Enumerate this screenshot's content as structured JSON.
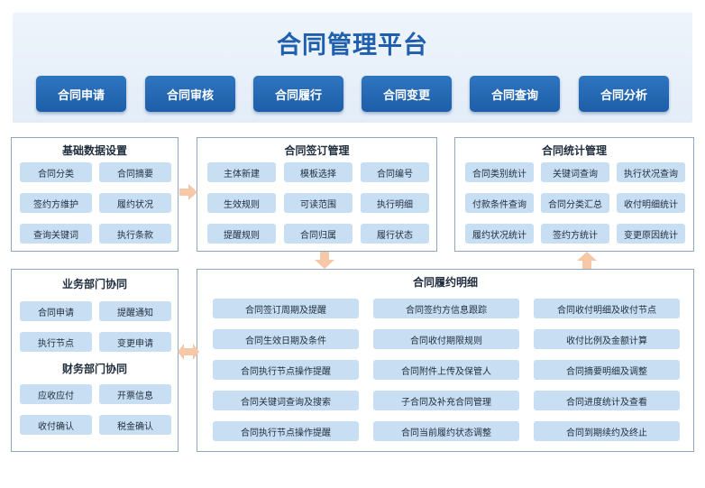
{
  "header": {
    "title": "合同管理平台",
    "nav": [
      "合同申请",
      "合同审核",
      "合同履行",
      "合同变更",
      "合同查询",
      "合同分析"
    ]
  },
  "basic_data": {
    "title": "基础数据设置",
    "items": [
      "合同分类",
      "合同摘要",
      "签约方维护",
      "履约状况",
      "查询关键词",
      "执行条款"
    ]
  },
  "signing": {
    "title": "合同签订管理",
    "items": [
      "主体新建",
      "模板选择",
      "合同编号",
      "生效规则",
      "可读范围",
      "执行明细",
      "提醒规则",
      "合同归属",
      "履行状态"
    ]
  },
  "stats": {
    "title": "合同统计管理",
    "items": [
      "合同类别统计",
      "关键词查询",
      "执行状况查询",
      "付款条件查询",
      "合同分类汇总",
      "收付明细统计",
      "履约状况统计",
      "签约方统计",
      "变更原因统计"
    ]
  },
  "business": {
    "title": "业务部门协同",
    "items": [
      "合同申请",
      "提醒通知",
      "执行节点",
      "变更申请"
    ]
  },
  "finance": {
    "title": "财务部门协同",
    "items": [
      "应收应付",
      "开票信息",
      "收付确认",
      "税金确认"
    ]
  },
  "fulfillment": {
    "title": "合同履约明细",
    "items": [
      "合同签订周期及提醒",
      "合同签约方信息跟踪",
      "合同收付明细及收付节点",
      "合同生效日期及条件",
      "合同收付期限规则",
      "收付比例及金额计算",
      "合同执行节点操作提醒",
      "合同附件上传及保管人",
      "合同摘要明细及调整",
      "合同关键词查询及搜索",
      "子合同及补充合同管理",
      "合同进度统计及查看",
      "合同执行节点操作提醒",
      "合同当前履约状态调整",
      "合同到期续约及终止"
    ]
  },
  "colors": {
    "primary": "#1f5fae",
    "cell": "#c8def3",
    "border": "#8fa7c2",
    "arrow": "#f6c8a8"
  }
}
